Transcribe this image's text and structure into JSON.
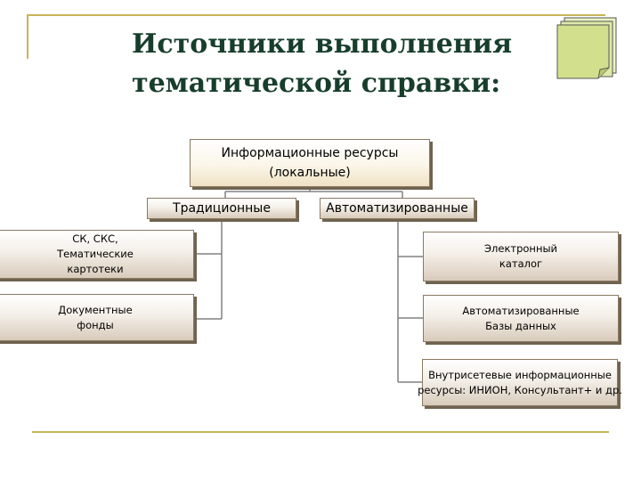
{
  "slide": {
    "title_lines": [
      "Источники выполнения",
      "тематической справки:"
    ]
  },
  "diagram": {
    "root": [
      "Информационные ресурсы",
      "(локальные)"
    ],
    "branches": {
      "traditional": "Традиционные",
      "automated": "Автоматизированные"
    },
    "traditional_items": [
      [
        "СК, СКС,",
        "Тематические",
        "картотеки"
      ],
      [
        "Документные",
        "фонды"
      ]
    ],
    "automated_items": [
      [
        "Электронный",
        "каталог"
      ],
      [
        "Автоматизированные",
        "Базы данных"
      ],
      [
        "Внутрисетевые информационные",
        "ресурсы: ИНИОН, Консультант+ и др."
      ]
    ]
  },
  "colors": {
    "title": "#173e2c",
    "frame": "#c9b458",
    "connector": "#808080",
    "box_border": "#8a7a62"
  }
}
